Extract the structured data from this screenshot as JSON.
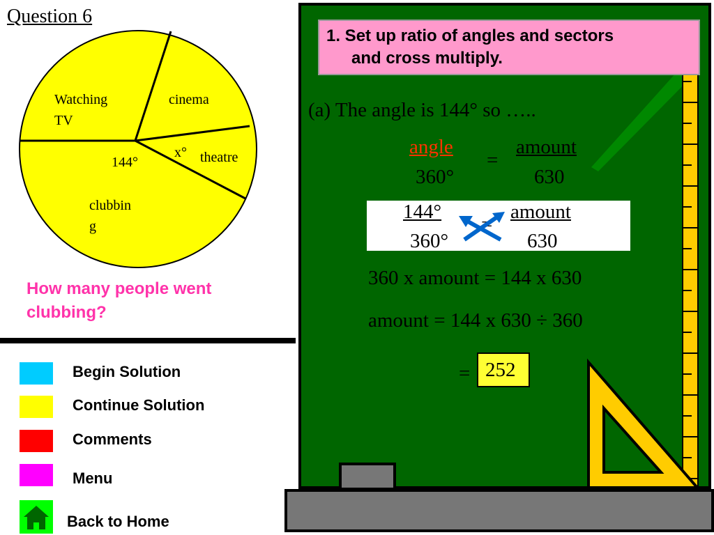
{
  "question": {
    "title": "Question 6",
    "text": "How many people went clubbing?"
  },
  "pie_chart": {
    "segments": [
      {
        "label_line1": "Watching",
        "label_line2": "TV",
        "color": "#ffff00"
      },
      {
        "label_line1": "cinema",
        "color": "#ffff00"
      },
      {
        "label_line1": "theatre",
        "color": "#ffff00"
      },
      {
        "label_line1": "clubbin",
        "label_line2": "g",
        "color": "#ffff00"
      }
    ],
    "angle_labels": {
      "clubbing": "144°",
      "theatre": "x°"
    }
  },
  "menu": {
    "items": [
      {
        "label": "Begin Solution",
        "color": "#00ccff",
        "icon": "square"
      },
      {
        "label": "Continue Solution",
        "color": "#ffff00",
        "icon": "square"
      },
      {
        "label": "Comments",
        "color": "#ff0000",
        "icon": "square"
      },
      {
        "label": "Menu",
        "color": "#ff00ff",
        "icon": "square"
      },
      {
        "label": "Back to Home",
        "color": "#00ff00",
        "icon": "home-icon"
      }
    ]
  },
  "board": {
    "step": {
      "line1": "1. Set up ratio of angles and sectors",
      "line2": "and cross multiply."
    },
    "intro": "(a)  The angle is 144°  so  …..",
    "ratio1": {
      "num_left": "angle",
      "den_left": "360°",
      "equals": "=",
      "num_right": "amount",
      "den_right": "630"
    },
    "ratio2": {
      "num_left": "144°",
      "den_left": "360°",
      "equals": "=",
      "num_right": "amount",
      "den_right": "630"
    },
    "step1": "360 x amount  =  144 x 630",
    "step2": "amount  =  144 x 630 ÷ 360",
    "result_equals": "=",
    "answer": "252"
  },
  "colors": {
    "board": "#006600",
    "step_box": "#ff99cc",
    "highlight": "#ff3300",
    "arrow": "#0066cc",
    "ruler": "#ffcc00",
    "answer_box": "#ffff33"
  }
}
